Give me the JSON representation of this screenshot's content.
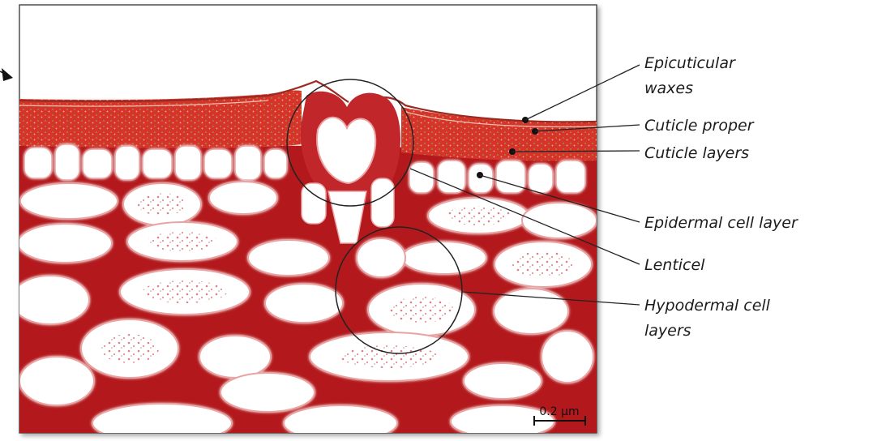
{
  "labels": {
    "epicuticular": [
      "Epicuticular",
      "waxes"
    ],
    "cuticle_proper": "Cuticle proper",
    "cuticle_layers": "Cuticle layers",
    "epidermal": "Epidermal cell layer",
    "lenticel": "Lenticel",
    "hypodermal": [
      "Hypodermal cell",
      "layers"
    ]
  },
  "scale_bar": "0.2 µm",
  "colors": {
    "tissue": "#b3191c",
    "tissue_dark": "#8f1214",
    "cuticle": "#d8332a",
    "wax_speckle": "#a77a3a",
    "cell_interior": "#ffffff",
    "cell_rim": "#e9a3a3",
    "stipple": "#b52226"
  }
}
